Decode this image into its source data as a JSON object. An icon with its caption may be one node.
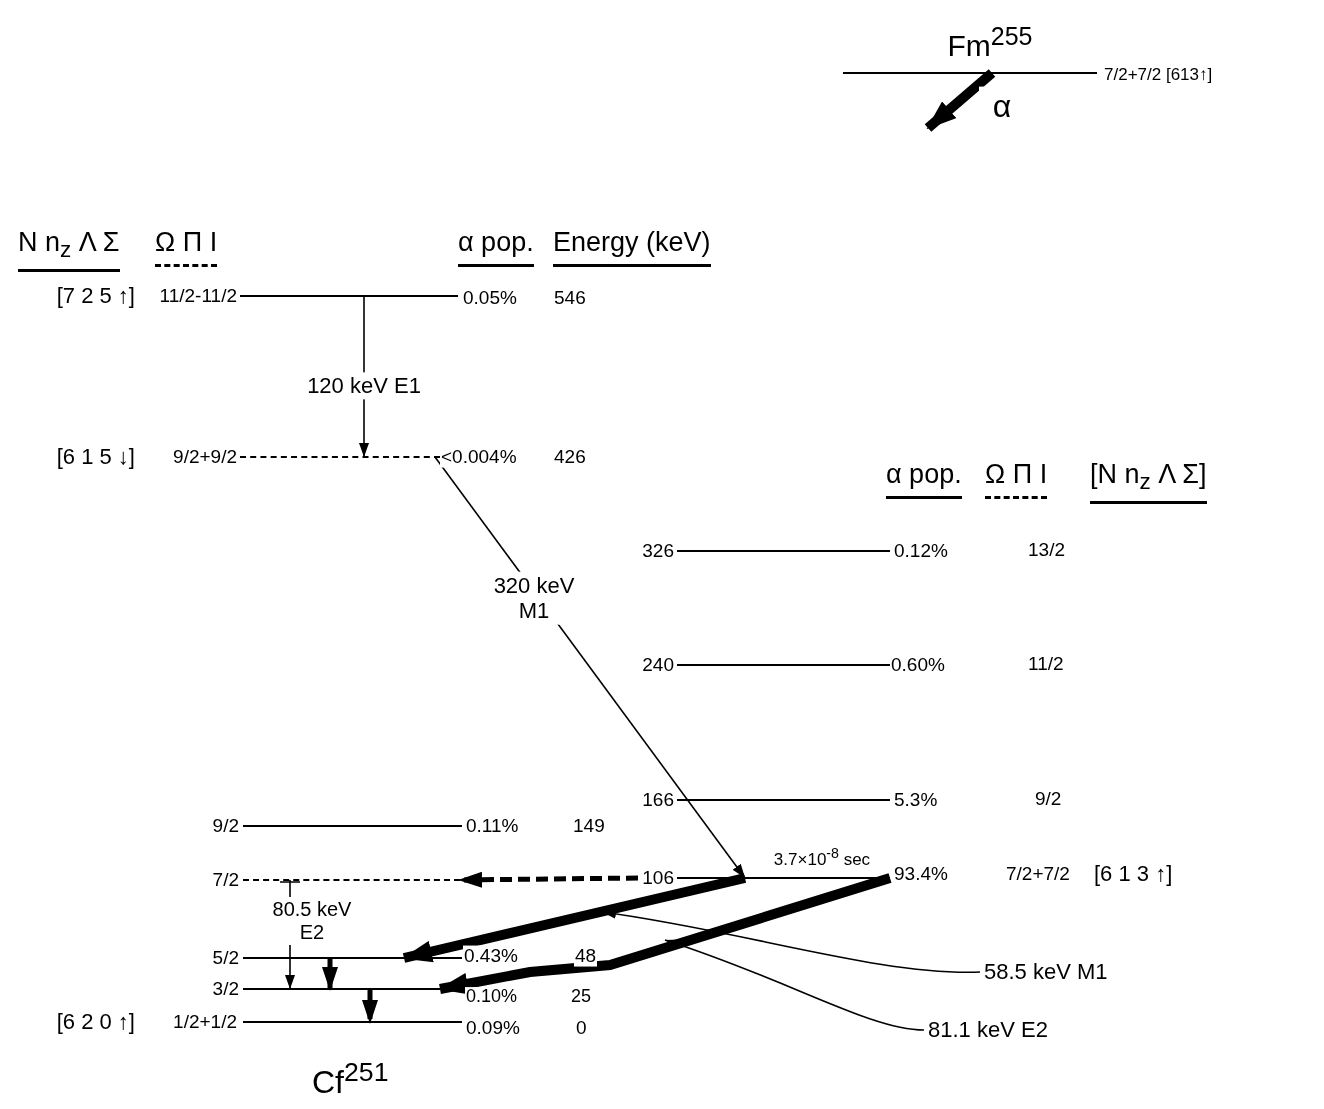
{
  "diagram": {
    "nodes": [
      {
        "text": [],
        "shape": "bar",
        "beside": [
          "Fm$^{255}$",
          "7/2+7/2 [613↑]"
        ]
      },
      {
        "text": [],
        "shape": "bar",
        "beside": [
          "[7 2 5 ↑]",
          "11/2-11/2",
          "0.05%",
          "546"
        ]
      },
      {
        "text": [],
        "shape": "bar",
        "beside": [
          "[6 1 5 ↓]",
          "9/2+9/2",
          "<0.004%",
          "426"
        ]
      },
      {
        "text": [],
        "shape": "bar",
        "beside": [
          "326",
          "0.12%"
        ]
      },
      {
        "text": [],
        "shape": "bar",
        "beside": [
          "240",
          "0.60%"
        ]
      },
      {
        "text": [],
        "shape": "bar",
        "beside": [
          "166",
          "5.3%"
        ]
      },
      {
        "text": [],
        "shape": "bar",
        "beside": [
          "9/2",
          "0.11%",
          "149"
        ]
      },
      {
        "text": [],
        "shape": "bar",
        "beside": [
          "106",
          "3.7×10$^{-8}$ sec",
          "93.4%",
          "7/2+7/2",
          "[6 1 3 ↑]"
        ]
      },
      {
        "text": [],
        "shape": "bar",
        "beside": [
          "7/2"
        ]
      },
      {
        "text": [],
        "shape": "bar",
        "beside": [
          "5/2",
          "0.43%",
          "48"
        ]
      },
      {
        "text": [],
        "shape": "bar",
        "beside": [
          "3/2",
          "0.10%",
          "25"
        ]
      },
      {
        "text": [],
        "shape": "bar",
        "beside": [
          "[6 2 0 ↑]",
          "1/2+1/2",
          "0.09%",
          "0"
        ]
      },
      {
        "text": [
          "58.5 keV M1"
        ]
      },
      {
        "text": [
          "81.1 keV E2"
        ]
      }
    ],
    "edges": [
      {
        "from": 0,
        "to": null,
        "arrow": "to",
        "label": "α",
        "style": "thick"
      },
      {
        "from": 1,
        "to": 2,
        "arrow": "to",
        "label": "120 keV E1"
      },
      {
        "from": 2,
        "to": 7,
        "arrow": "to",
        "label": "320 keV M1"
      },
      {
        "from": 7,
        "to": 8,
        "arrow": "to",
        "style": "dashed"
      },
      {
        "from": 7,
        "to": 9,
        "arrow": "to",
        "style": "thick"
      },
      {
        "from": 7,
        "to": 10,
        "arrow": "to",
        "style": "thick"
      },
      {
        "from": 8,
        "to": 10,
        "arrow": "to",
        "label": "80.5 keV E2"
      },
      {
        "from": 9,
        "to": 10,
        "arrow": "to",
        "style": "dashed"
      },
      {
        "from": 10,
        "to": 11,
        "arrow": "to",
        "style": "dashed"
      },
      {
        "from": 12,
        "to": null,
        "arrow": "to"
      },
      {
        "from": 13,
        "to": null,
        "arrow": "to"
      }
    ],
    "labels": [
      "N n$_{z}$ Λ Σ",
      "Ω Π I",
      "α pop.",
      "Energy (keV)",
      "α pop.",
      "Ω Π I",
      "[N n$_{z}$ Λ Σ]",
      "13/2",
      "11/2",
      "9/2",
      "Cf$^{251}$"
    ]
  }
}
